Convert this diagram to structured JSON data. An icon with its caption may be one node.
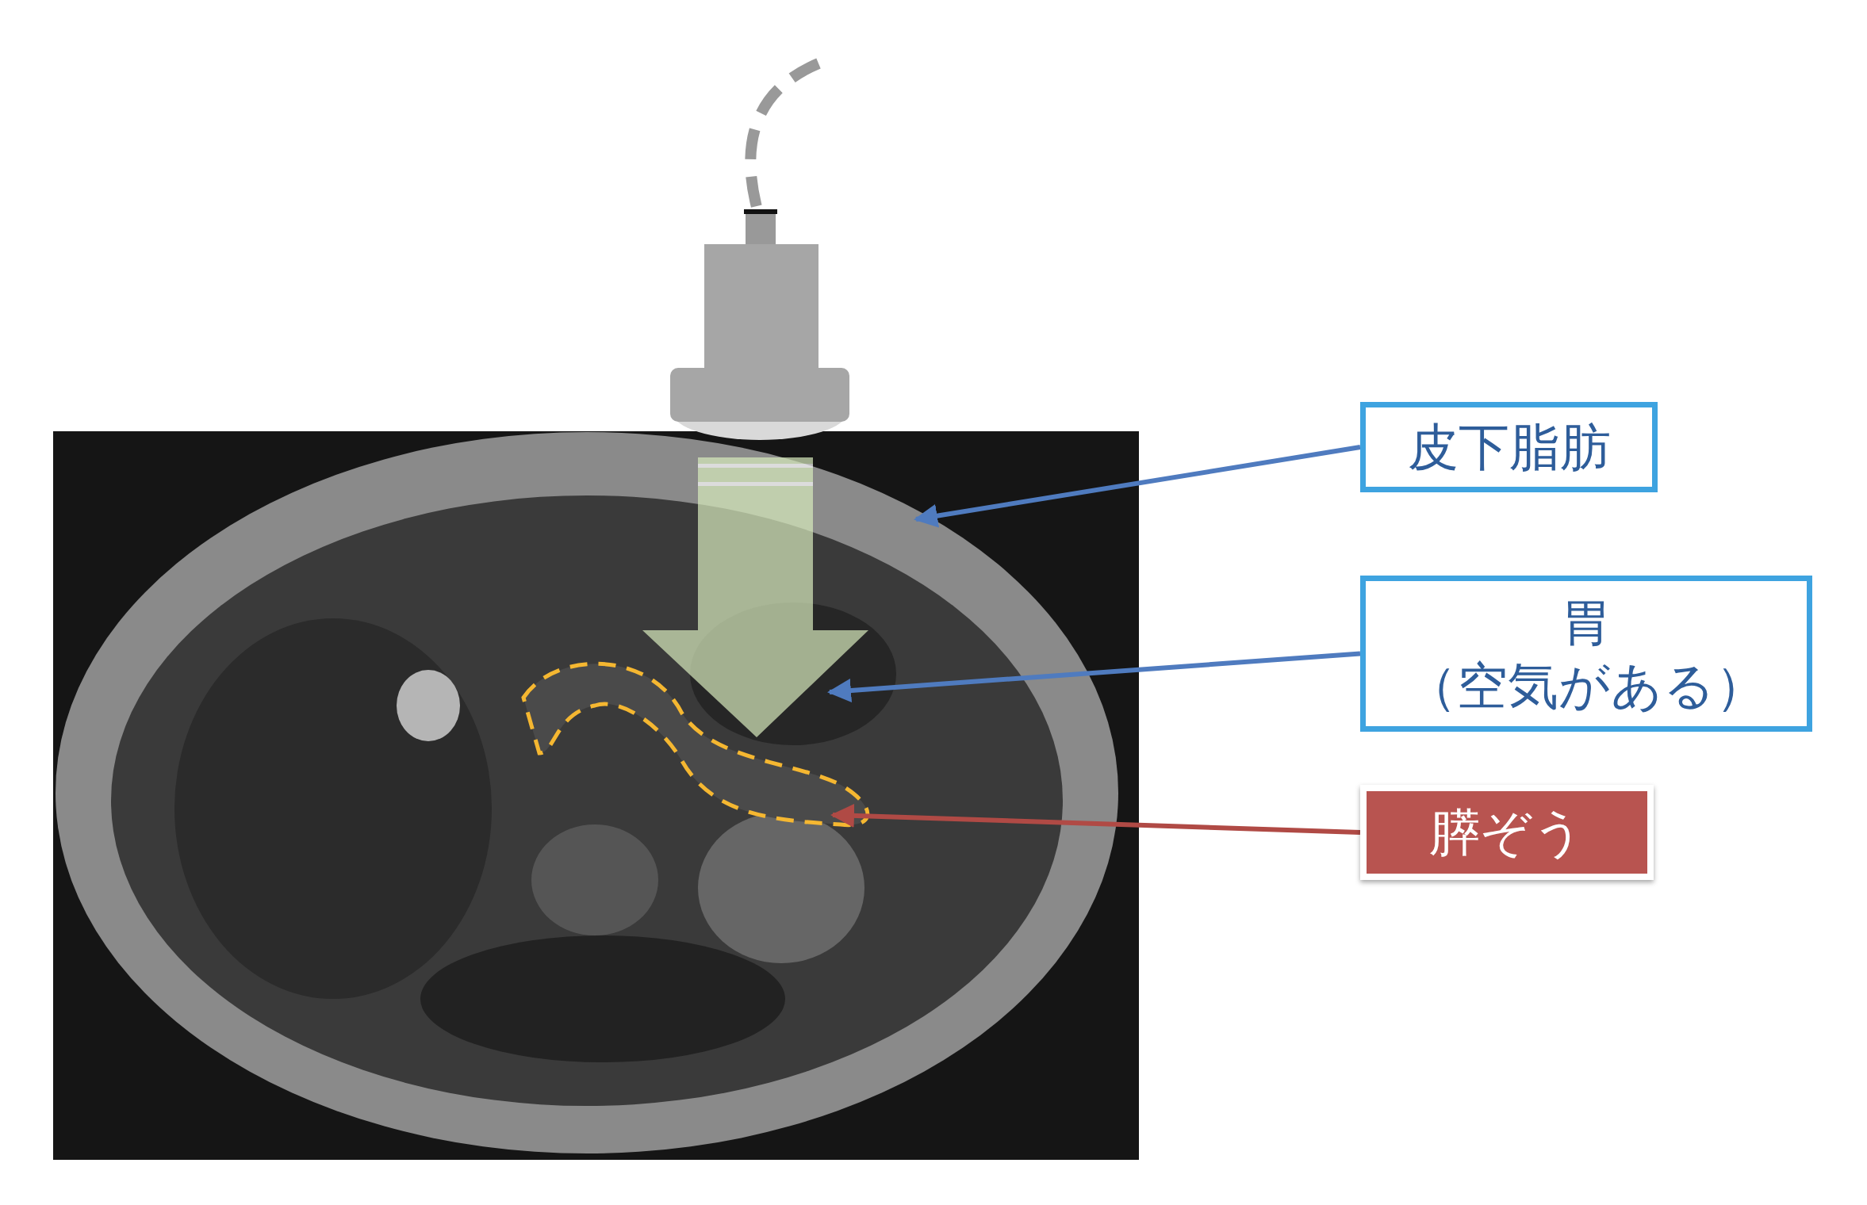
{
  "diagram": {
    "nodes": [
      {
        "text": [
          "皮下脂肪"
        ]
      },
      {
        "text": [
          "胃",
          "（空気がある）"
        ]
      },
      {
        "text": [
          "膵ぞう"
        ]
      }
    ],
    "edges": [
      {
        "from": 0,
        "to": null,
        "arrow": "to"
      },
      {
        "from": 1,
        "to": null,
        "arrow": "to"
      },
      {
        "from": 2,
        "to": null,
        "arrow": "to",
        "color": "#b04a45"
      }
    ]
  }
}
